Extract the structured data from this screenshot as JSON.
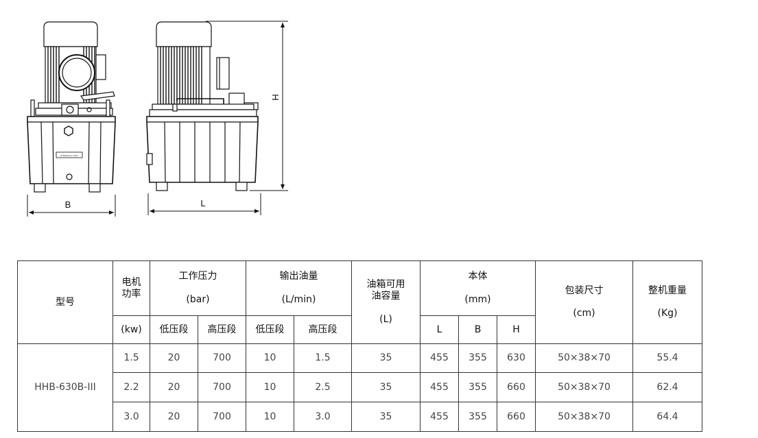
{
  "diagram": {
    "dim_B": "B",
    "dim_L": "L",
    "dim_H": "H"
  },
  "table": {
    "headers": {
      "model": "型号",
      "power_l1": "电机",
      "power_l2": "功率",
      "power_unit": "(kw)",
      "pressure_title": "工作压力",
      "pressure_unit": "(bar)",
      "flow_title": "输出油量",
      "flow_unit": "(L/min)",
      "low_stage": "低压段",
      "high_stage": "高压段",
      "tank_l1": "油箱可用",
      "tank_l2": "油容量",
      "tank_unit": "(L)",
      "body_title": "本体",
      "body_unit": "(mm)",
      "dim_L": "L",
      "dim_B": "B",
      "dim_H": "H",
      "package_title": "包装尺寸",
      "package_unit": "(cm)",
      "weight_title": "整机重量",
      "weight_unit": "(Kg)"
    },
    "model": "HHB-630B-III",
    "rows": [
      {
        "power": "1.5",
        "p_low": "20",
        "p_high": "700",
        "f_low": "10",
        "f_high": "1.5",
        "tank": "35",
        "L": "455",
        "B": "355",
        "H": "630",
        "package": "50×38×70",
        "weight": "55.4"
      },
      {
        "power": "2.2",
        "p_low": "20",
        "p_high": "700",
        "f_low": "10",
        "f_high": "2.5",
        "tank": "35",
        "L": "455",
        "B": "355",
        "H": "660",
        "package": "50×38×70",
        "weight": "62.4"
      },
      {
        "power": "3.0",
        "p_low": "20",
        "p_high": "700",
        "f_low": "10",
        "f_high": "3.0",
        "tank": "35",
        "L": "455",
        "B": "355",
        "H": "660",
        "package": "50×38×70",
        "weight": "64.4"
      }
    ]
  }
}
